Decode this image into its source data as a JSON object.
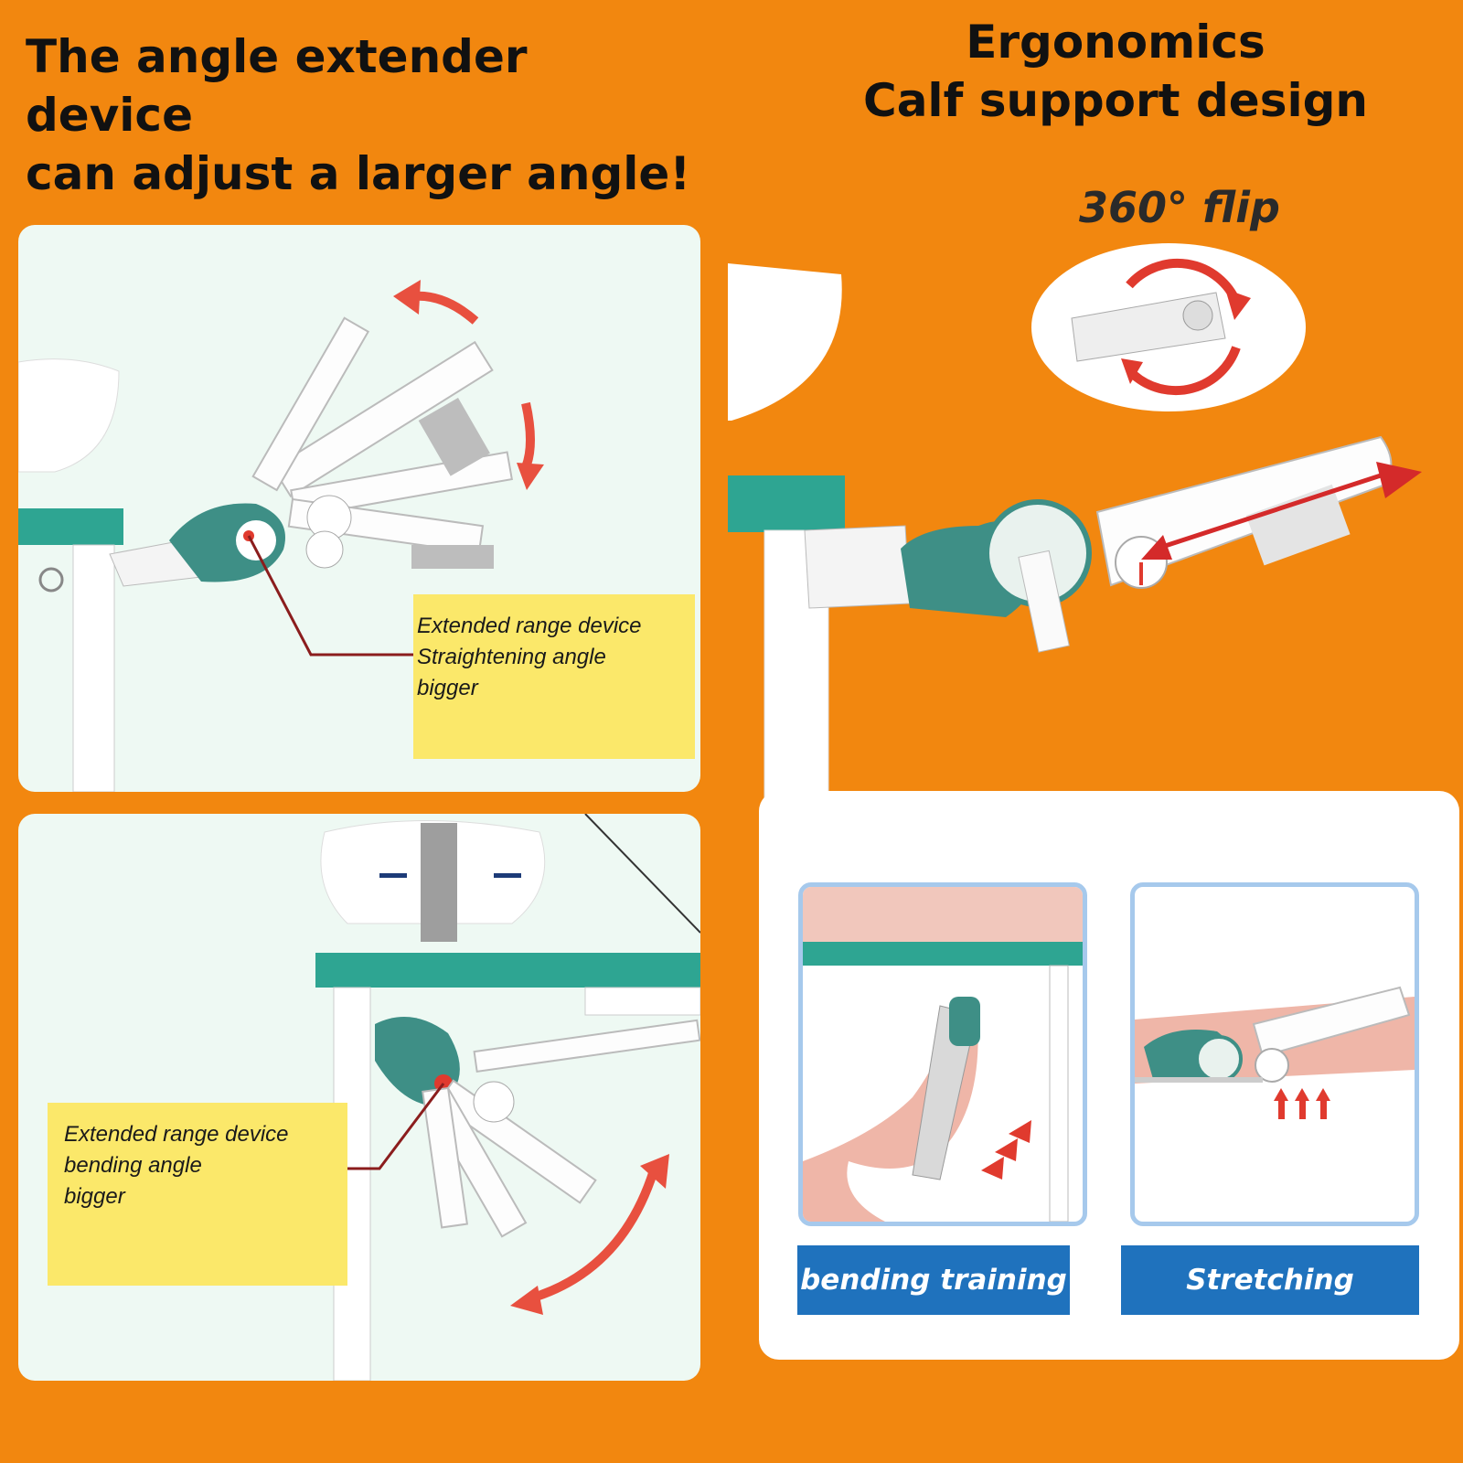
{
  "headlines": {
    "left": [
      "The angle extender device",
      "can adjust a larger angle!"
    ],
    "right": [
      "Ergonomics",
      "Calf support design"
    ]
  },
  "flip": {
    "label": "360° flip"
  },
  "notes": {
    "straightening": [
      "Extended range device",
      "Straightening angle",
      "bigger"
    ],
    "bending": [
      "Extended range device",
      "bending angle",
      "bigger"
    ]
  },
  "modes": {
    "bending": "bending training",
    "stretching": "Stretching"
  },
  "colors": {
    "background": "#f2870f",
    "teal": "#2ea592",
    "note": "#fbe86a",
    "button": "#1f72bd",
    "arrow": "#e03a2e"
  }
}
